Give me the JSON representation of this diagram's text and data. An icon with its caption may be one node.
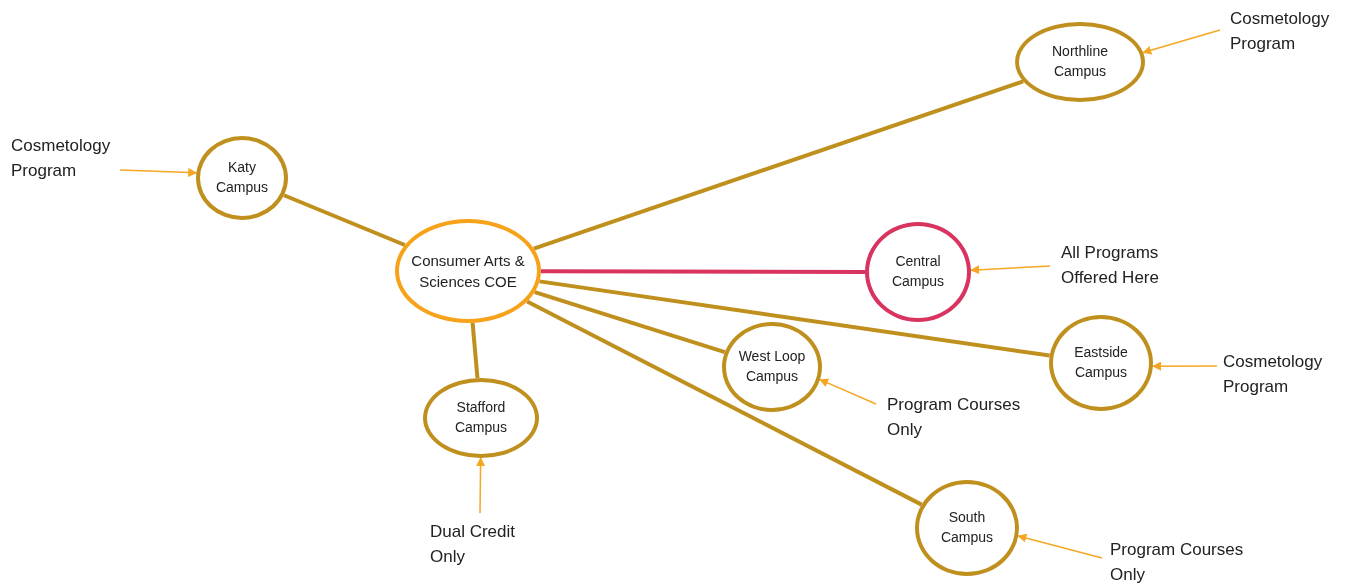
{
  "diagram": {
    "nodes": [
      {
        "text": [
          "Consumer Arts & Sciences COE"
        ]
      },
      {
        "text": [
          "Katy Campus"
        ]
      },
      {
        "text": [
          "Northline Campus"
        ]
      },
      {
        "text": [
          "Central Campus"
        ]
      },
      {
        "text": [
          "Eastside Campus"
        ]
      },
      {
        "text": [
          "West Loop Campus"
        ]
      },
      {
        "text": [
          "Stafford Campus"
        ]
      },
      {
        "text": [
          "South Campus"
        ]
      },
      {
        "text": [
          "Cosmetology Program"
        ]
      },
      {
        "text": [
          "Cosmetology Program"
        ]
      },
      {
        "text": [
          "All Programs Offered Here"
        ]
      },
      {
        "text": [
          "Cosmetology Program"
        ]
      },
      {
        "text": [
          "Program Courses Only"
        ]
      },
      {
        "text": [
          "Dual Credit Only"
        ]
      },
      {
        "text": [
          "Program Courses Only"
        ]
      }
    ],
    "edges": [
      {
        "from": 0,
        "to": 1,
        "arrow": "none",
        "style": "thick"
      },
      {
        "from": 0,
        "to": 2,
        "arrow": "none",
        "style": "thick"
      },
      {
        "from": 0,
        "to": 3,
        "arrow": "none",
        "style": "thick",
        "color": "#d8345f"
      },
      {
        "from": 0,
        "to": 4,
        "arrow": "none",
        "style": "thick"
      },
      {
        "from": 0,
        "to": 5,
        "arrow": "none",
        "style": "thick"
      },
      {
        "from": 0,
        "to": 6,
        "arrow": "none",
        "style": "thick"
      },
      {
        "from": 0,
        "to": 7,
        "arrow": "none",
        "style": "thick"
      },
      {
        "from": 8,
        "to": 1,
        "arrow": "to",
        "color": "#f5a623"
      },
      {
        "from": 9,
        "to": 2,
        "arrow": "to",
        "color": "#f5a623"
      },
      {
        "from": 10,
        "to": 3,
        "arrow": "to",
        "color": "#f5a623"
      },
      {
        "from": 11,
        "to": 4,
        "arrow": "to",
        "color": "#f5a623"
      },
      {
        "from": 12,
        "to": 5,
        "arrow": "to",
        "color": "#f5a623"
      },
      {
        "from": 13,
        "to": 6,
        "arrow": "to",
        "color": "#f5a623"
      },
      {
        "from": 14,
        "to": 7,
        "arrow": "to",
        "color": "#f5a623"
      }
    ]
  }
}
